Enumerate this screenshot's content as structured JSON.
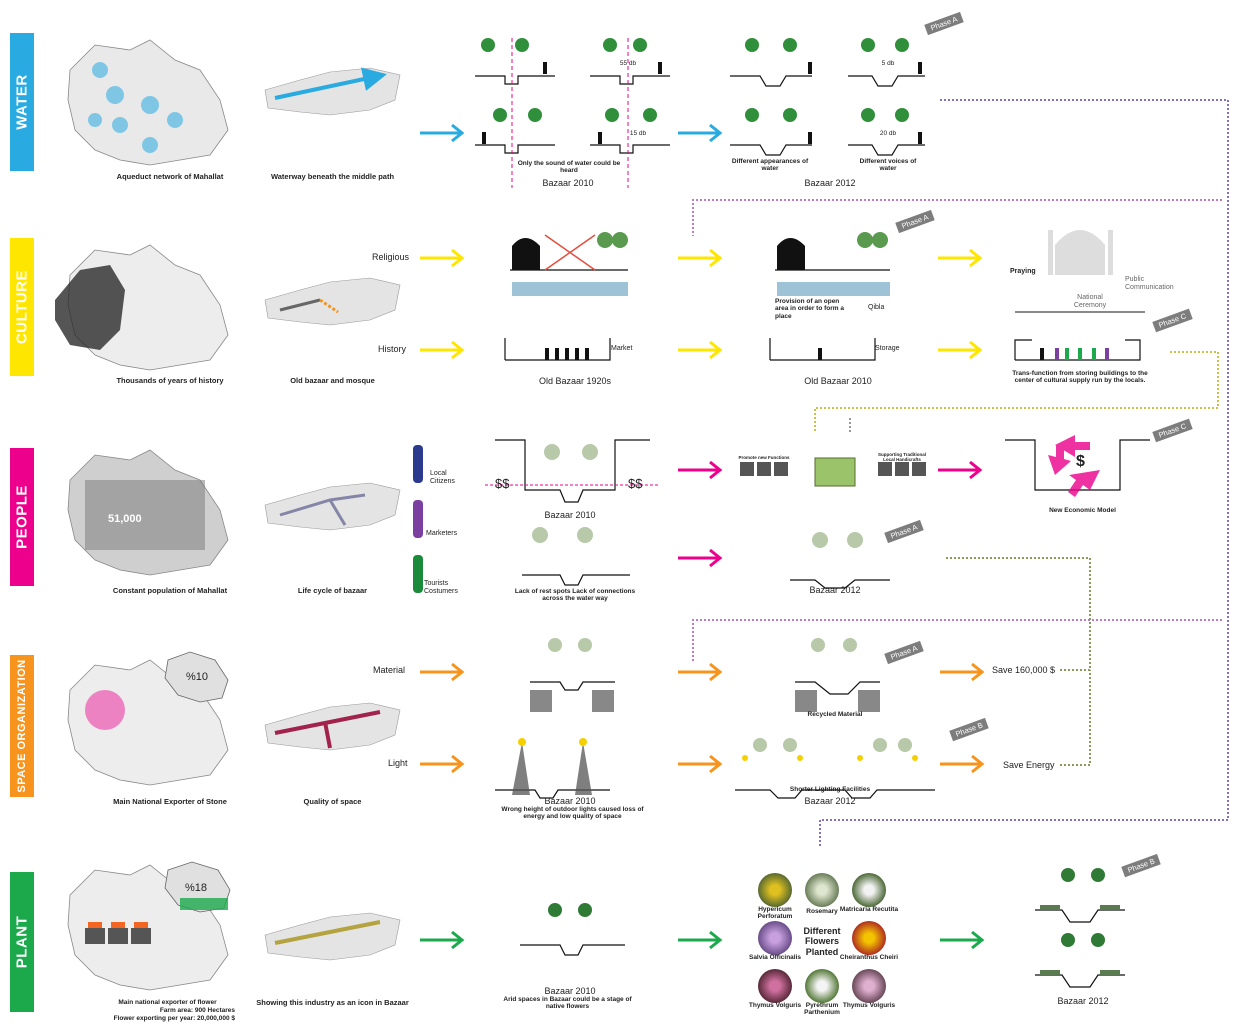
{
  "bands": {
    "water": {
      "label": "WATER",
      "color": "#29abe2"
    },
    "culture": {
      "label": "CULTURE",
      "color": "#ffe600"
    },
    "people": {
      "label": "PEOPLE",
      "color": "#ec008c"
    },
    "space": {
      "label": "SPACE ORGANIZATION",
      "color": "#f7941d"
    },
    "plant": {
      "label": "PLANT",
      "color": "#1ba94c"
    }
  },
  "water": {
    "map_caption": "Aqueduct network of Mahallat",
    "path_caption": "Waterway beneath the middle path",
    "note_1": "Only the sound of water could be heard",
    "note_2": "Different appearances of water",
    "note_3": "Different voices of water",
    "year_1": "Bazaar 2010",
    "year_2": "Bazaar 2012",
    "db_1": "55 db",
    "db_2": "15 db",
    "db_3": "5 db",
    "db_4": "20 db",
    "phase": "Phase A"
  },
  "culture": {
    "map_caption": "Thousands of years of history",
    "path_caption": "Old bazaar and mosque",
    "religious": "Religious",
    "history": "History",
    "open_area_note": "Provision of an open area in order to form a place",
    "qibla": "Qibla",
    "praying": "Praying",
    "public_comm": "Public Communication",
    "national_ceremony": "National Ceremony",
    "market": "Market",
    "storage": "Storage",
    "year_old": "Old Bazaar 1920s",
    "year_new": "Old Bazaar 2010",
    "trans_note": "Trans-function from storing buildings to the center of cultural supply run by the locals.",
    "phase_a": "Phase A",
    "phase_c": "Phase C"
  },
  "people": {
    "map_caption": "Constant population of Mahallat",
    "population": "51,000",
    "path_caption": "Life cycle of bazaar",
    "legend": [
      "Local Citizens",
      "Marketers",
      "Tourists Costumers"
    ],
    "year_1": "Bazaar 2010",
    "year_2": "Bazaar 2012",
    "rest_note": "Lack of rest spots Lack of connections across the water way",
    "model": "New Economic Model",
    "promote": "Promote new Functions",
    "support": "Supporting Traditional Local Handicrafts",
    "dollars": "$$",
    "phase_a": "Phase A",
    "phase_c": "Phase C"
  },
  "space": {
    "map_caption": "Main National Exporter of Stone",
    "percent": "%10",
    "path_caption": "Quality of space",
    "material": "Material",
    "light": "Light",
    "recycled": "Recycled Material",
    "save_money": "Save 160,000 $",
    "save_energy": "Save Energy",
    "year_1": "Bazaar 2010",
    "light_note": "Wrong height of outdoor lights caused loss of energy and low quality of space",
    "lighting": "Shorter Lighting Facilities",
    "year_2": "Bazaar 2012",
    "phase_a": "Phase A",
    "phase_b": "Phase B"
  },
  "plant": {
    "map_caption_1": "Main national exporter of flower",
    "map_caption_2": "Farm area:  900 Hectares",
    "map_caption_3": "Flower exporting per year:  20,000,000 $",
    "percent": "%18",
    "path_caption": "Showing this industry as an icon in Bazaar",
    "year_1": "Bazaar 2010",
    "arid_note": "Arid spaces in Bazaar could be a stage of native flowers",
    "center": "Different Flowers Planted",
    "flowers": [
      "Hypericum Perforatum",
      "Rosemary",
      "Matricaria Recutita",
      "Salvia Officinalis",
      "Cheiranthus Cheiri",
      "Thymus Volguris",
      "Pyrethrum Parthenium",
      "Thymus Volguris"
    ],
    "year_2": "Bazaar 2012",
    "phase_b": "Phase B"
  }
}
